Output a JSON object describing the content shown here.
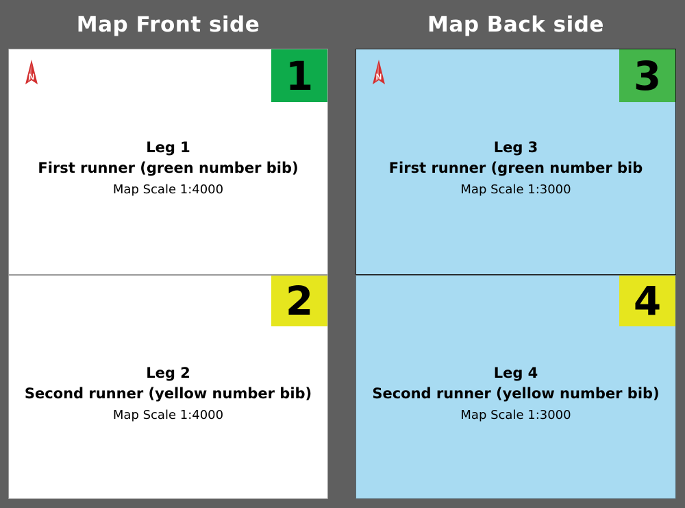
{
  "front_title": "Map Front side",
  "back_title": "Map Back side",
  "colors": {
    "background": "#5f5f5f",
    "front_panel": "#ffffff",
    "back_panel": "#a8dbf2",
    "green_badge": "#0eab4b",
    "green_badge_alt": "#44b54a",
    "yellow_badge": "#e6e61e",
    "north_arrow": "#d32f2f"
  },
  "panels": [
    {
      "badge": "1",
      "badge_color": "#0eab4b",
      "leg": "Leg 1",
      "runner": "First runner (green number bib)",
      "scale": "Map Scale 1:4000",
      "north_arrow_icon": "north-arrow-icon"
    },
    {
      "badge": "2",
      "badge_color": "#e6e61e",
      "leg": "Leg 2",
      "runner": "Second runner (yellow number bib)",
      "scale": "Map Scale 1:4000"
    },
    {
      "badge": "3",
      "badge_color": "#44b54a",
      "leg": "Leg 3",
      "runner": "First runner (green number bib",
      "scale": "Map Scale 1:3000",
      "north_arrow_icon": "north-arrow-icon"
    },
    {
      "badge": "4",
      "badge_color": "#e6e61e",
      "leg": "Leg 4",
      "runner": "Second runner (yellow number bib)",
      "scale": "Map Scale 1:3000"
    }
  ]
}
